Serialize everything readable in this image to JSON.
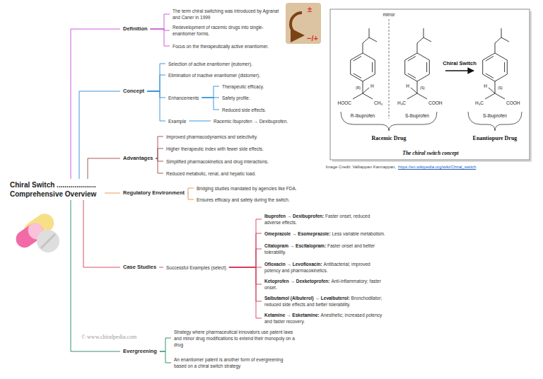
{
  "diagram": {
    "nodes": [
      {
        "text": [
          "Chiral Switch .................... Comprehensive Overview"
        ]
      },
      {
        "text": [
          "Definition"
        ]
      },
      {
        "text": [
          "The term chiral switching was introduced by Agranat and Caner in 1999"
        ]
      },
      {
        "text": [
          "Redevelopment of racemic drugs into single-enantiomer forms."
        ]
      },
      {
        "text": [
          "Focus on the therapeutically active enantiomer."
        ]
      },
      {
        "text": [
          "Concept"
        ]
      },
      {
        "text": [
          "Selection of active enantiomer (eutomer)."
        ]
      },
      {
        "text": [
          "Elimination of inactive enantiomer (distomer)."
        ]
      },
      {
        "text": [
          "Enhancements"
        ]
      },
      {
        "text": [
          "Therapeutic efficacy."
        ]
      },
      {
        "text": [
          "Safety profile."
        ]
      },
      {
        "text": [
          "Reduced side effects."
        ]
      },
      {
        "text": [
          "Example"
        ]
      },
      {
        "text": [
          "Racemic Ibuprofen → Dexibuprofen."
        ]
      },
      {
        "text": [
          "Advantages"
        ]
      },
      {
        "text": [
          "Improved pharmacodynamics and selectivity."
        ]
      },
      {
        "text": [
          "Higher therapeutic index with fewer side effects."
        ]
      },
      {
        "text": [
          "Simplified pharmacokinetics and drug interactions."
        ]
      },
      {
        "text": [
          "Reduced metabolic, renal, and hepatic load."
        ]
      },
      {
        "text": [
          "Regulatory Environment"
        ]
      },
      {
        "text": [
          "Bridging studies mandated by agencies like FDA."
        ]
      },
      {
        "text": [
          "Ensures efficacy and safety during the switch."
        ]
      },
      {
        "text": [
          "Case Studies"
        ]
      },
      {
        "text": [
          "Successful Examples (select)"
        ]
      },
      {
        "text": [
          "Ibuprofen → Dexibuprofen:",
          "Faster onset, reduced adverse effects."
        ]
      },
      {
        "text": [
          "Omeprazole → Esomeprazole:",
          "Less variable metabolism."
        ]
      },
      {
        "text": [
          "Citalopram → Escitalopram:",
          "Faster onset and better tolerability."
        ]
      },
      {
        "text": [
          "Ofloxacin → Levofloxacin:",
          "Antibacterial; improved potency and pharmacokinetics."
        ]
      },
      {
        "text": [
          "Ketoprofen → Dexketoprofen:",
          "Anti-inflammatory; faster onset."
        ]
      },
      {
        "text": [
          "Salbutamol (Albuterol) → Levalbuterol:",
          "Bronchodilator; reduced side effects and better tolerability."
        ]
      },
      {
        "text": [
          "Ketamine → Esketamine:",
          "Anesthetic; increased potency and faster recovery."
        ]
      },
      {
        "text": [
          "Evergreening"
        ]
      },
      {
        "text": [
          "Strategy where pharmaceutical innovators use patent laws and minor drug modifications to extend their monopoly on a drug"
        ]
      },
      {
        "text": [
          "An enantiomer patent is another form of evergreening based on a chiral switch strategy"
        ]
      }
    ],
    "edges": [
      {
        "from": 0,
        "to": 1,
        "arrow": "none"
      },
      {
        "from": 1,
        "to": 2,
        "arrow": "none"
      },
      {
        "from": 1,
        "to": 3,
        "arrow": "none"
      },
      {
        "from": 1,
        "to": 4,
        "arrow": "none"
      },
      {
        "from": 0,
        "to": 5,
        "arrow": "none"
      },
      {
        "from": 5,
        "to": 6,
        "arrow": "none"
      },
      {
        "from": 5,
        "to": 7,
        "arrow": "none"
      },
      {
        "from": 5,
        "to": 8,
        "arrow": "none"
      },
      {
        "from": 8,
        "to": 9,
        "arrow": "none"
      },
      {
        "from": 8,
        "to": 10,
        "arrow": "none"
      },
      {
        "from": 8,
        "to": 11,
        "arrow": "none"
      },
      {
        "from": 5,
        "to": 12,
        "arrow": "none"
      },
      {
        "from": 12,
        "to": 13,
        "arrow": "none"
      },
      {
        "from": 0,
        "to": 14,
        "arrow": "none"
      },
      {
        "from": 14,
        "to": 15,
        "arrow": "none"
      },
      {
        "from": 14,
        "to": 16,
        "arrow": "none"
      },
      {
        "from": 14,
        "to": 17,
        "arrow": "none"
      },
      {
        "from": 14,
        "to": 18,
        "arrow": "none"
      },
      {
        "from": 0,
        "to": 19,
        "arrow": "none"
      },
      {
        "from": 19,
        "to": 20,
        "arrow": "none"
      },
      {
        "from": 19,
        "to": 21,
        "arrow": "none"
      },
      {
        "from": 0,
        "to": 22,
        "arrow": "none"
      },
      {
        "from": 22,
        "to": 23,
        "arrow": "none"
      },
      {
        "from": 23,
        "to": 24,
        "arrow": "none"
      },
      {
        "from": 23,
        "to": 25,
        "arrow": "none"
      },
      {
        "from": 23,
        "to": 26,
        "arrow": "none"
      },
      {
        "from": 23,
        "to": 27,
        "arrow": "none"
      },
      {
        "from": 23,
        "to": 28,
        "arrow": "none"
      },
      {
        "from": 23,
        "to": 29,
        "arrow": "none"
      },
      {
        "from": 23,
        "to": 30,
        "arrow": "none"
      },
      {
        "from": 0,
        "to": 31,
        "arrow": "none"
      },
      {
        "from": 31,
        "to": 32,
        "arrow": "none"
      },
      {
        "from": 31,
        "to": 33,
        "arrow": "none"
      }
    ],
    "labels": [
      "±",
      "−/+",
      "mirror",
      "HOOC",
      "(R)",
      "H",
      "CH₃",
      "H",
      "H₃C",
      "(S)",
      "COOH",
      "H",
      "H₃C",
      "(S)",
      "COOH",
      "Chiral Switch",
      "R-Ibuprofen",
      "S-Ibuprofen",
      "S-Ibuprofen",
      "Racemic Drug",
      "Enantiopure Drug",
      "The chiral switch concept",
      "Image Credit: Valliappan Kannappan,",
      "https://en.wikipedia.org/wiki/Chiral_switch",
      "© www.chiralpedia.com"
    ]
  }
}
